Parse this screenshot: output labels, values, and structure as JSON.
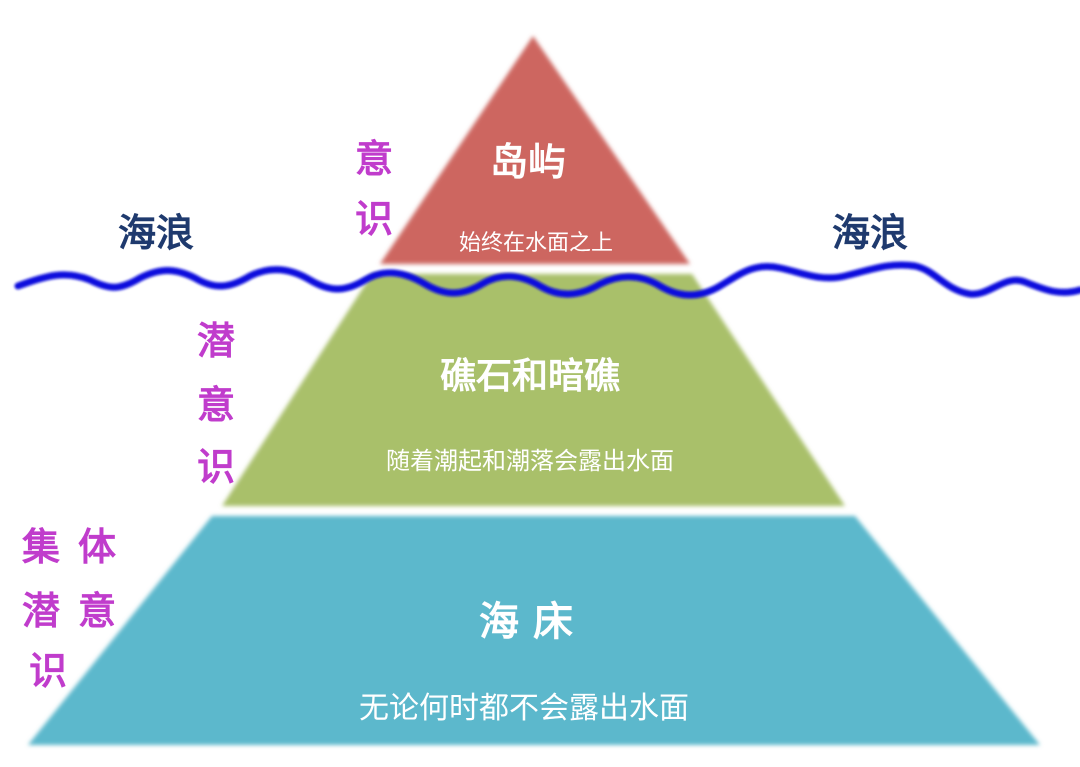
{
  "colors": {
    "island": "#cd6660",
    "reef": "#a9c06a",
    "seabed": "#5cb8cc",
    "wave_line": "#1010dd",
    "side_label": "#c03ccc",
    "wave_text": "#1f3a6e",
    "tier_text": "#ffffff"
  },
  "tiers": [
    {
      "title": "岛屿",
      "subtitle": "始终在水面之上"
    },
    {
      "title": "礁石和暗礁",
      "subtitle": "随着潮起和潮落会露出水面"
    },
    {
      "title": "海 床",
      "subtitle": "无论何时都不会露出水面"
    }
  ],
  "side_labels": [
    {
      "chars": [
        "意",
        "识"
      ]
    },
    {
      "chars": [
        "潜",
        "意",
        "识"
      ]
    },
    {
      "rows": [
        "集体",
        "潜意",
        "识"
      ]
    }
  ],
  "wave_labels": [
    "海浪",
    "海浪"
  ]
}
